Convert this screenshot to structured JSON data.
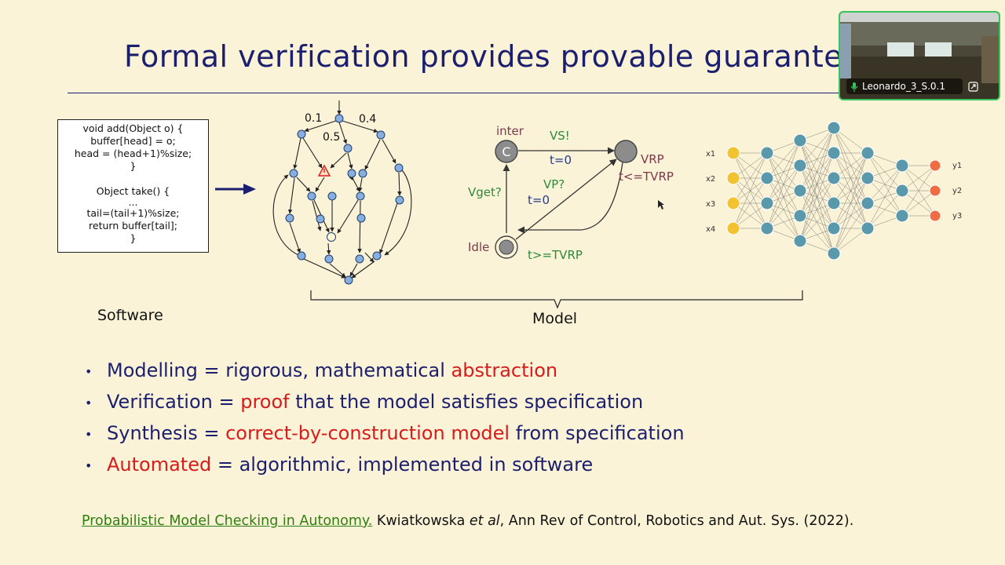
{
  "slide": {
    "title": "Formal verification provides provable guarante",
    "software_caption": "Software",
    "model_caption": "Model"
  },
  "code": {
    "lines": [
      "void add(Object o) {",
      "buffer[head] = o;",
      "head = (head+1)%size;",
      "}",
      "",
      "Object take() {",
      "...",
      "tail=(tail+1)%size;",
      "return buffer[tail];",
      "}"
    ]
  },
  "markov_chain": {
    "probabilities": [
      "0.1",
      "0.4",
      "0.5"
    ],
    "warning_icon": "warning-triangle-icon"
  },
  "timed_automaton": {
    "states": [
      "inter",
      "VRP",
      "Idle"
    ],
    "committed_marker": "C",
    "labels": [
      "VS!",
      "t=0",
      "VP?",
      "t=0",
      "Vget?",
      "t<=TVRP",
      "t>=TVRP"
    ]
  },
  "neural_net": {
    "inputs": [
      "x1",
      "x2",
      "x3",
      "x4"
    ],
    "outputs": [
      "y1",
      "y2",
      "y3"
    ],
    "colors": {
      "input": "#f2c231",
      "hidden": "#5a98ab",
      "output": "#ef6c45"
    }
  },
  "bullets": [
    {
      "parts": [
        {
          "text": "Modelling = rigorous, mathematical ",
          "red": false
        },
        {
          "text": "abstraction",
          "red": true
        }
      ]
    },
    {
      "parts": [
        {
          "text": "Verification = ",
          "red": false
        },
        {
          "text": "proof",
          "red": true
        },
        {
          "text": " that the model satisfies specification",
          "red": false
        }
      ]
    },
    {
      "parts": [
        {
          "text": "Synthesis = ",
          "red": false
        },
        {
          "text": "correct-by-construction model",
          "red": true
        },
        {
          "text": " from specification",
          "red": false
        }
      ]
    },
    {
      "parts": [
        {
          "text": "Automated",
          "red": true
        },
        {
          "text": " = algorithmic, implemented in software",
          "red": false
        }
      ]
    }
  ],
  "reference": {
    "link_text": "Probabilistic Model Checking in Autonomy.",
    "authors": "Kwiatkowska",
    "etal": "et al",
    "venue": ", Ann Rev of Control, Robotics and Aut. Sys. (2022)."
  },
  "video": {
    "participant_name": "Leonardo_3_S.0.1",
    "mic_icon": "microphone-icon",
    "expand_icon": "expand-icon"
  },
  "colors": {
    "title": "#1b1f6e",
    "accent_red": "#d81c1c",
    "link_green": "#2f7f0f",
    "background": "#fbf3d7"
  }
}
